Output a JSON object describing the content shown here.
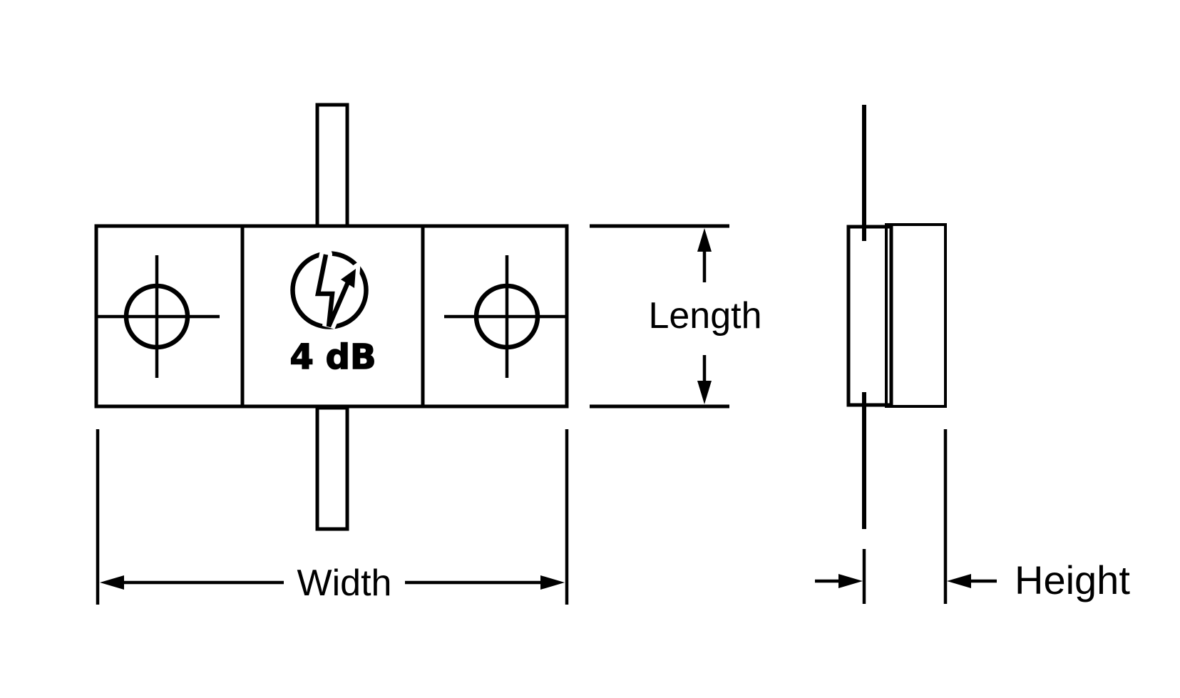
{
  "page": {
    "background_color": "#ffffff",
    "line_color": "#000000",
    "description": "Mechanical outline drawing of a flange-mount RF attenuator, front view and side view with dimension callouts"
  },
  "front_view": {
    "view": "front",
    "attenuation_label": "4 dB",
    "icon": "lightning-bolt-in-circle",
    "mounting_holes": 2,
    "leads": [
      "top-tab",
      "bottom-tab"
    ]
  },
  "side_view": {
    "view": "side"
  },
  "dimensions": {
    "width": {
      "label": "Width"
    },
    "length": {
      "label": "Length"
    },
    "height": {
      "label": "Height"
    }
  }
}
